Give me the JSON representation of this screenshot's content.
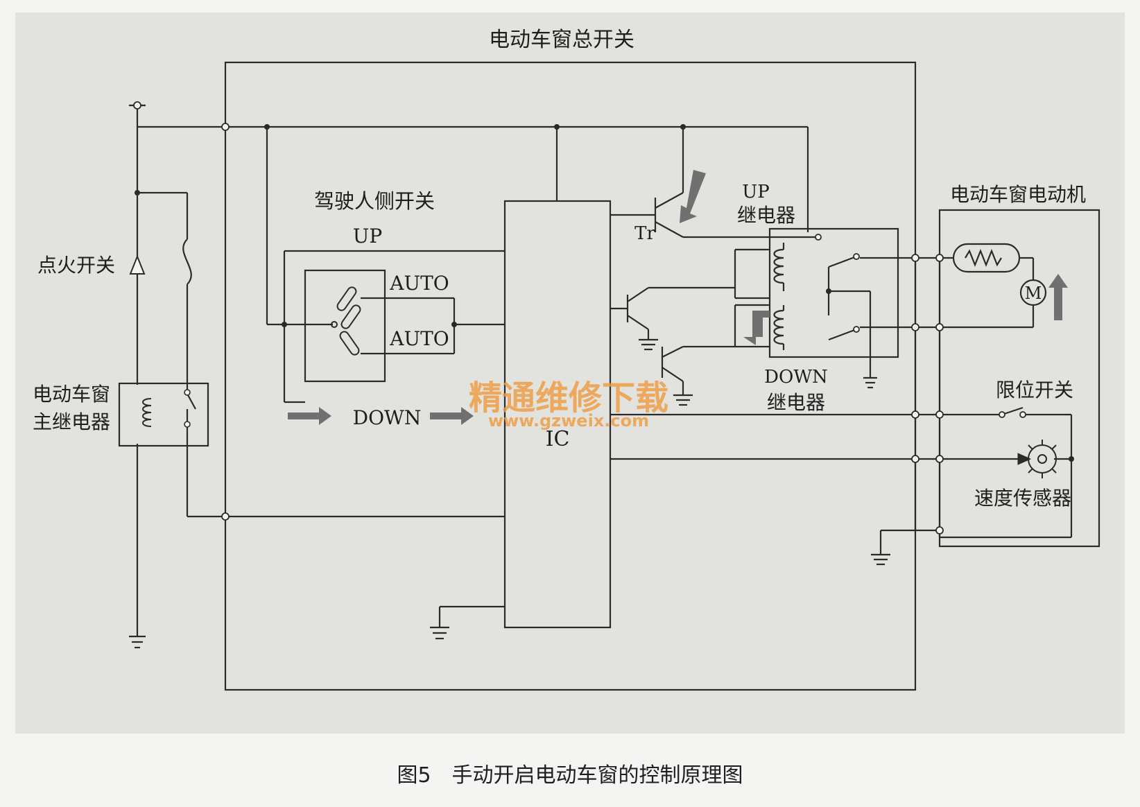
{
  "diagram": {
    "master_switch_title": "电动车窗总开关",
    "driver_switch_label": "驾驶人侧开关",
    "ignition_label": "点火开关",
    "main_relay_label_line1": "电动车窗",
    "main_relay_label_line2": "主继电器",
    "up_label": "UP",
    "auto_label_top": "AUTO",
    "auto_label_bottom": "AUTO",
    "down_label": "DOWN",
    "ic_label": "IC",
    "tr_label": "Tr",
    "up_relay_line1": "UP",
    "up_relay_line2": "继电器",
    "down_relay_line1": "DOWN",
    "down_relay_line2": "继电器",
    "motor_box_label": "电动车窗电动机",
    "motor_symbol": "M",
    "limit_switch_label": "限位开关",
    "speed_sensor_label": "速度传感器",
    "caption": "图5　手动开启电动车窗的控制原理图"
  },
  "watermark": {
    "text_cn": "精通维修下载",
    "url": "www.gzweix.com",
    "color": "#ef9a3c"
  },
  "colors": {
    "background": "#e2e2df",
    "line": "#2a2a2a",
    "arrow_fill": "#707070"
  }
}
